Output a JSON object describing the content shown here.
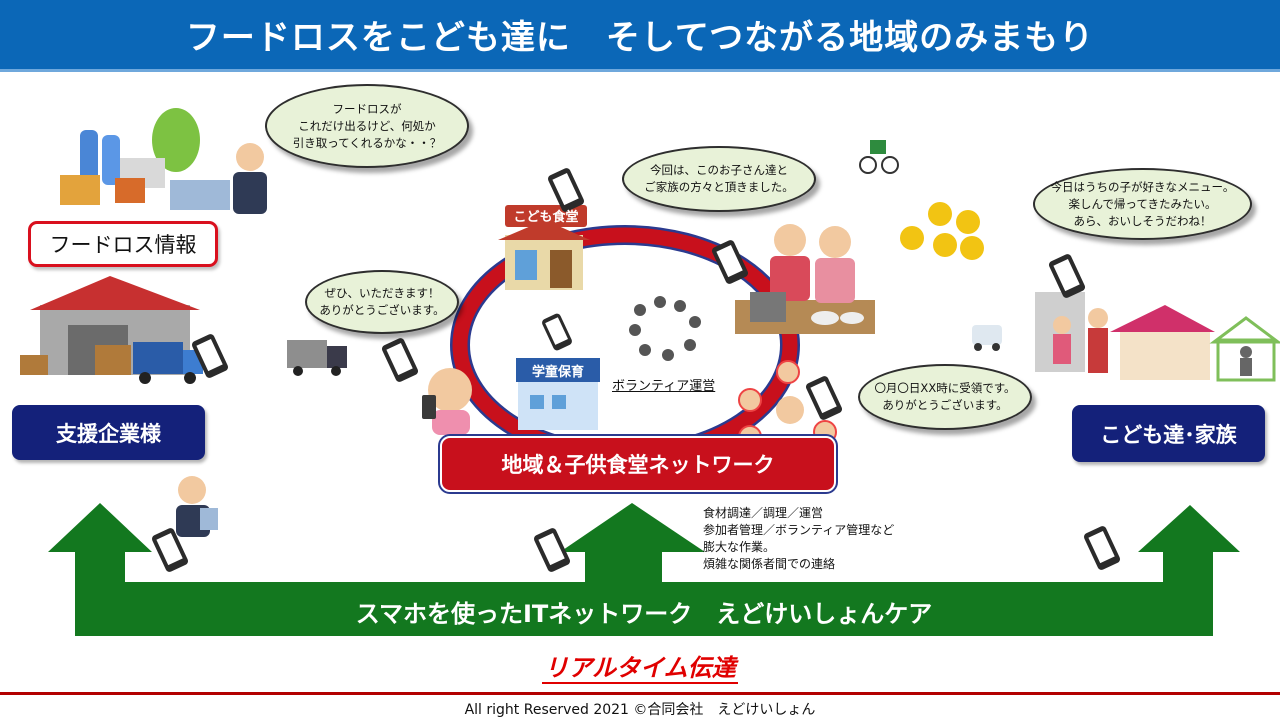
{
  "title": "フードロスをこども達に　そしてつながる地域のみまもり",
  "boxes": {
    "foodloss_info": "フードロス情報",
    "sponsors": "支援企業様",
    "children_family": "こども達･家族",
    "network": "地域＆子供食堂ネットワーク"
  },
  "signs": {
    "kodomo_shokudo": "こども食堂",
    "gakudo_hoiku": "学童保育"
  },
  "bubbles": {
    "company": [
      "フードロスが",
      "これだけ出るけど、何処か",
      "引き取ってくれるかな・・？"
    ],
    "receiver": [
      "ぜひ、いただきます！",
      "ありがとうございます。"
    ],
    "cafeteria": [
      "今回は、このお子さん達と",
      "ご家族の方々と頂きました。"
    ],
    "volunteer": [
      "〇月〇日XX時に受領です。",
      "ありがとうございます。"
    ],
    "family": [
      "今日はうちの子が好きなメニュー。",
      "楽しんで帰ってきたみたい。",
      "あら、おいしそうだわね！"
    ]
  },
  "volunteer_label": "ボランティア運営",
  "tasks": [
    "食材調達／調理／運営",
    "参加者管理／ボランティア管理など",
    "膨大な作業。",
    "煩雑な関係者間での連絡"
  ],
  "it_network": "スマホを使ったITネットワーク　えどけいしょんケア",
  "realtime": "リアルタイム伝達",
  "copyright": "All right Reserved 2021 ©合同会社　えどけいしょん",
  "colors": {
    "title_bg": "#0b67b7",
    "navy": "#14217a",
    "network_red": "#c8101c",
    "arrow_green": "#13781f",
    "bubble_fill": "#e8f2d8",
    "realtime_red": "#e00000"
  }
}
